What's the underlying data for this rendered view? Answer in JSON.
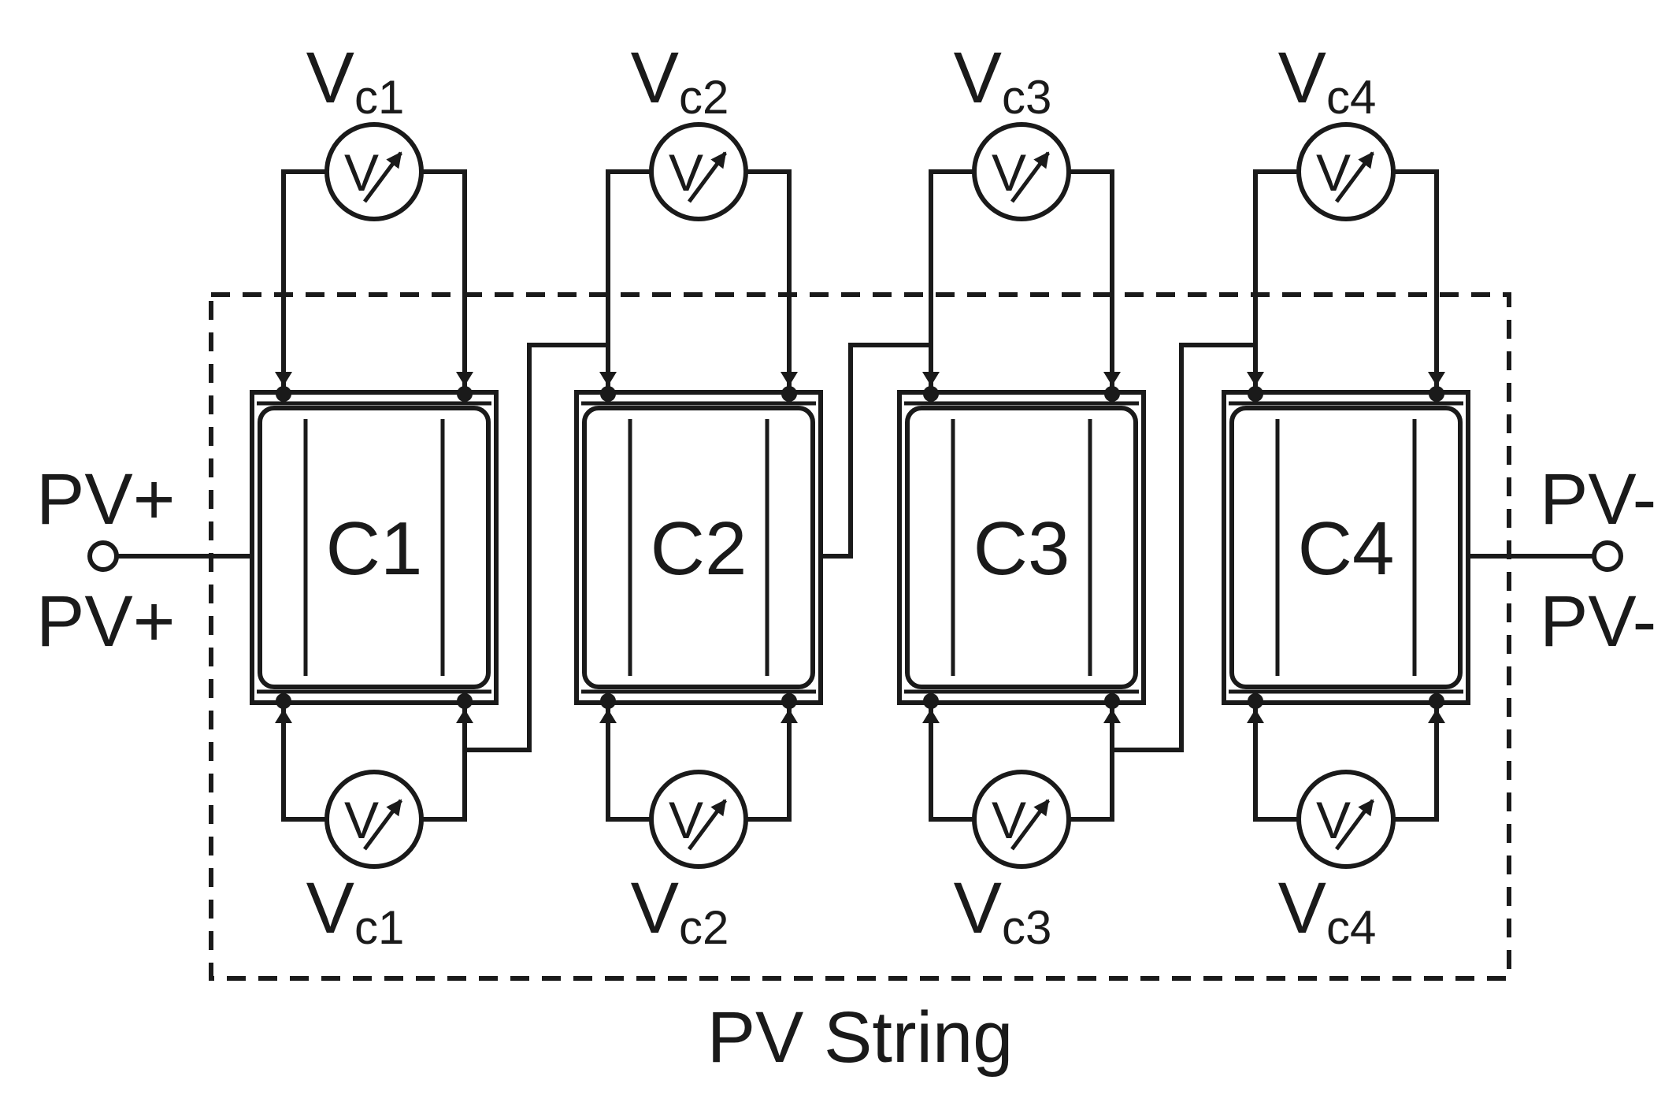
{
  "string_label": "PV String",
  "terminals": {
    "positive": {
      "top_label": "PV+",
      "bottom_label": "PV+"
    },
    "negative": {
      "top_label": "PV-",
      "bottom_label": "PV-"
    }
  },
  "meter_symbol": "V",
  "cells": [
    {
      "label": "C1",
      "voltage_main": "V",
      "voltage_sub": "c1"
    },
    {
      "label": "C2",
      "voltage_main": "V",
      "voltage_sub": "c2"
    },
    {
      "label": "C3",
      "voltage_main": "V",
      "voltage_sub": "c3"
    },
    {
      "label": "C4",
      "voltage_main": "V",
      "voltage_sub": "c4"
    }
  ]
}
